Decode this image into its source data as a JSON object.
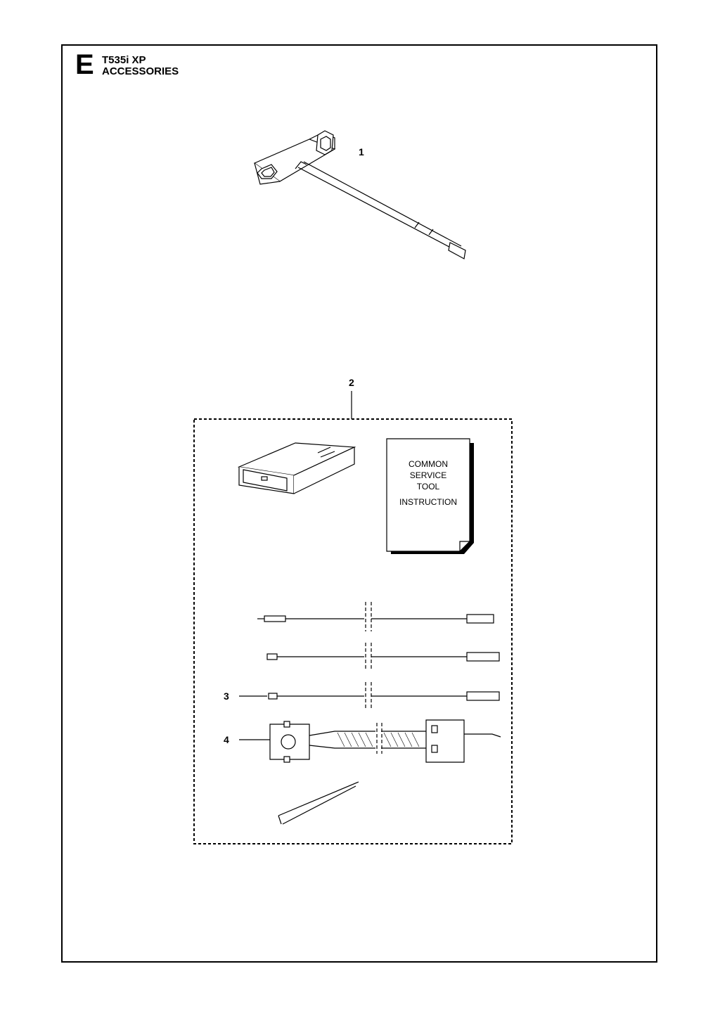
{
  "header": {
    "section_letter": "E",
    "model": "T535i XP",
    "section_title": "ACCESSORIES"
  },
  "callouts": {
    "item1": "1",
    "item2": "2",
    "item3": "3",
    "item4": "4"
  },
  "booklet": {
    "line1": "COMMON",
    "line2": "SERVICE",
    "line3": "TOOL",
    "line4": "INSTRUCTION"
  }
}
